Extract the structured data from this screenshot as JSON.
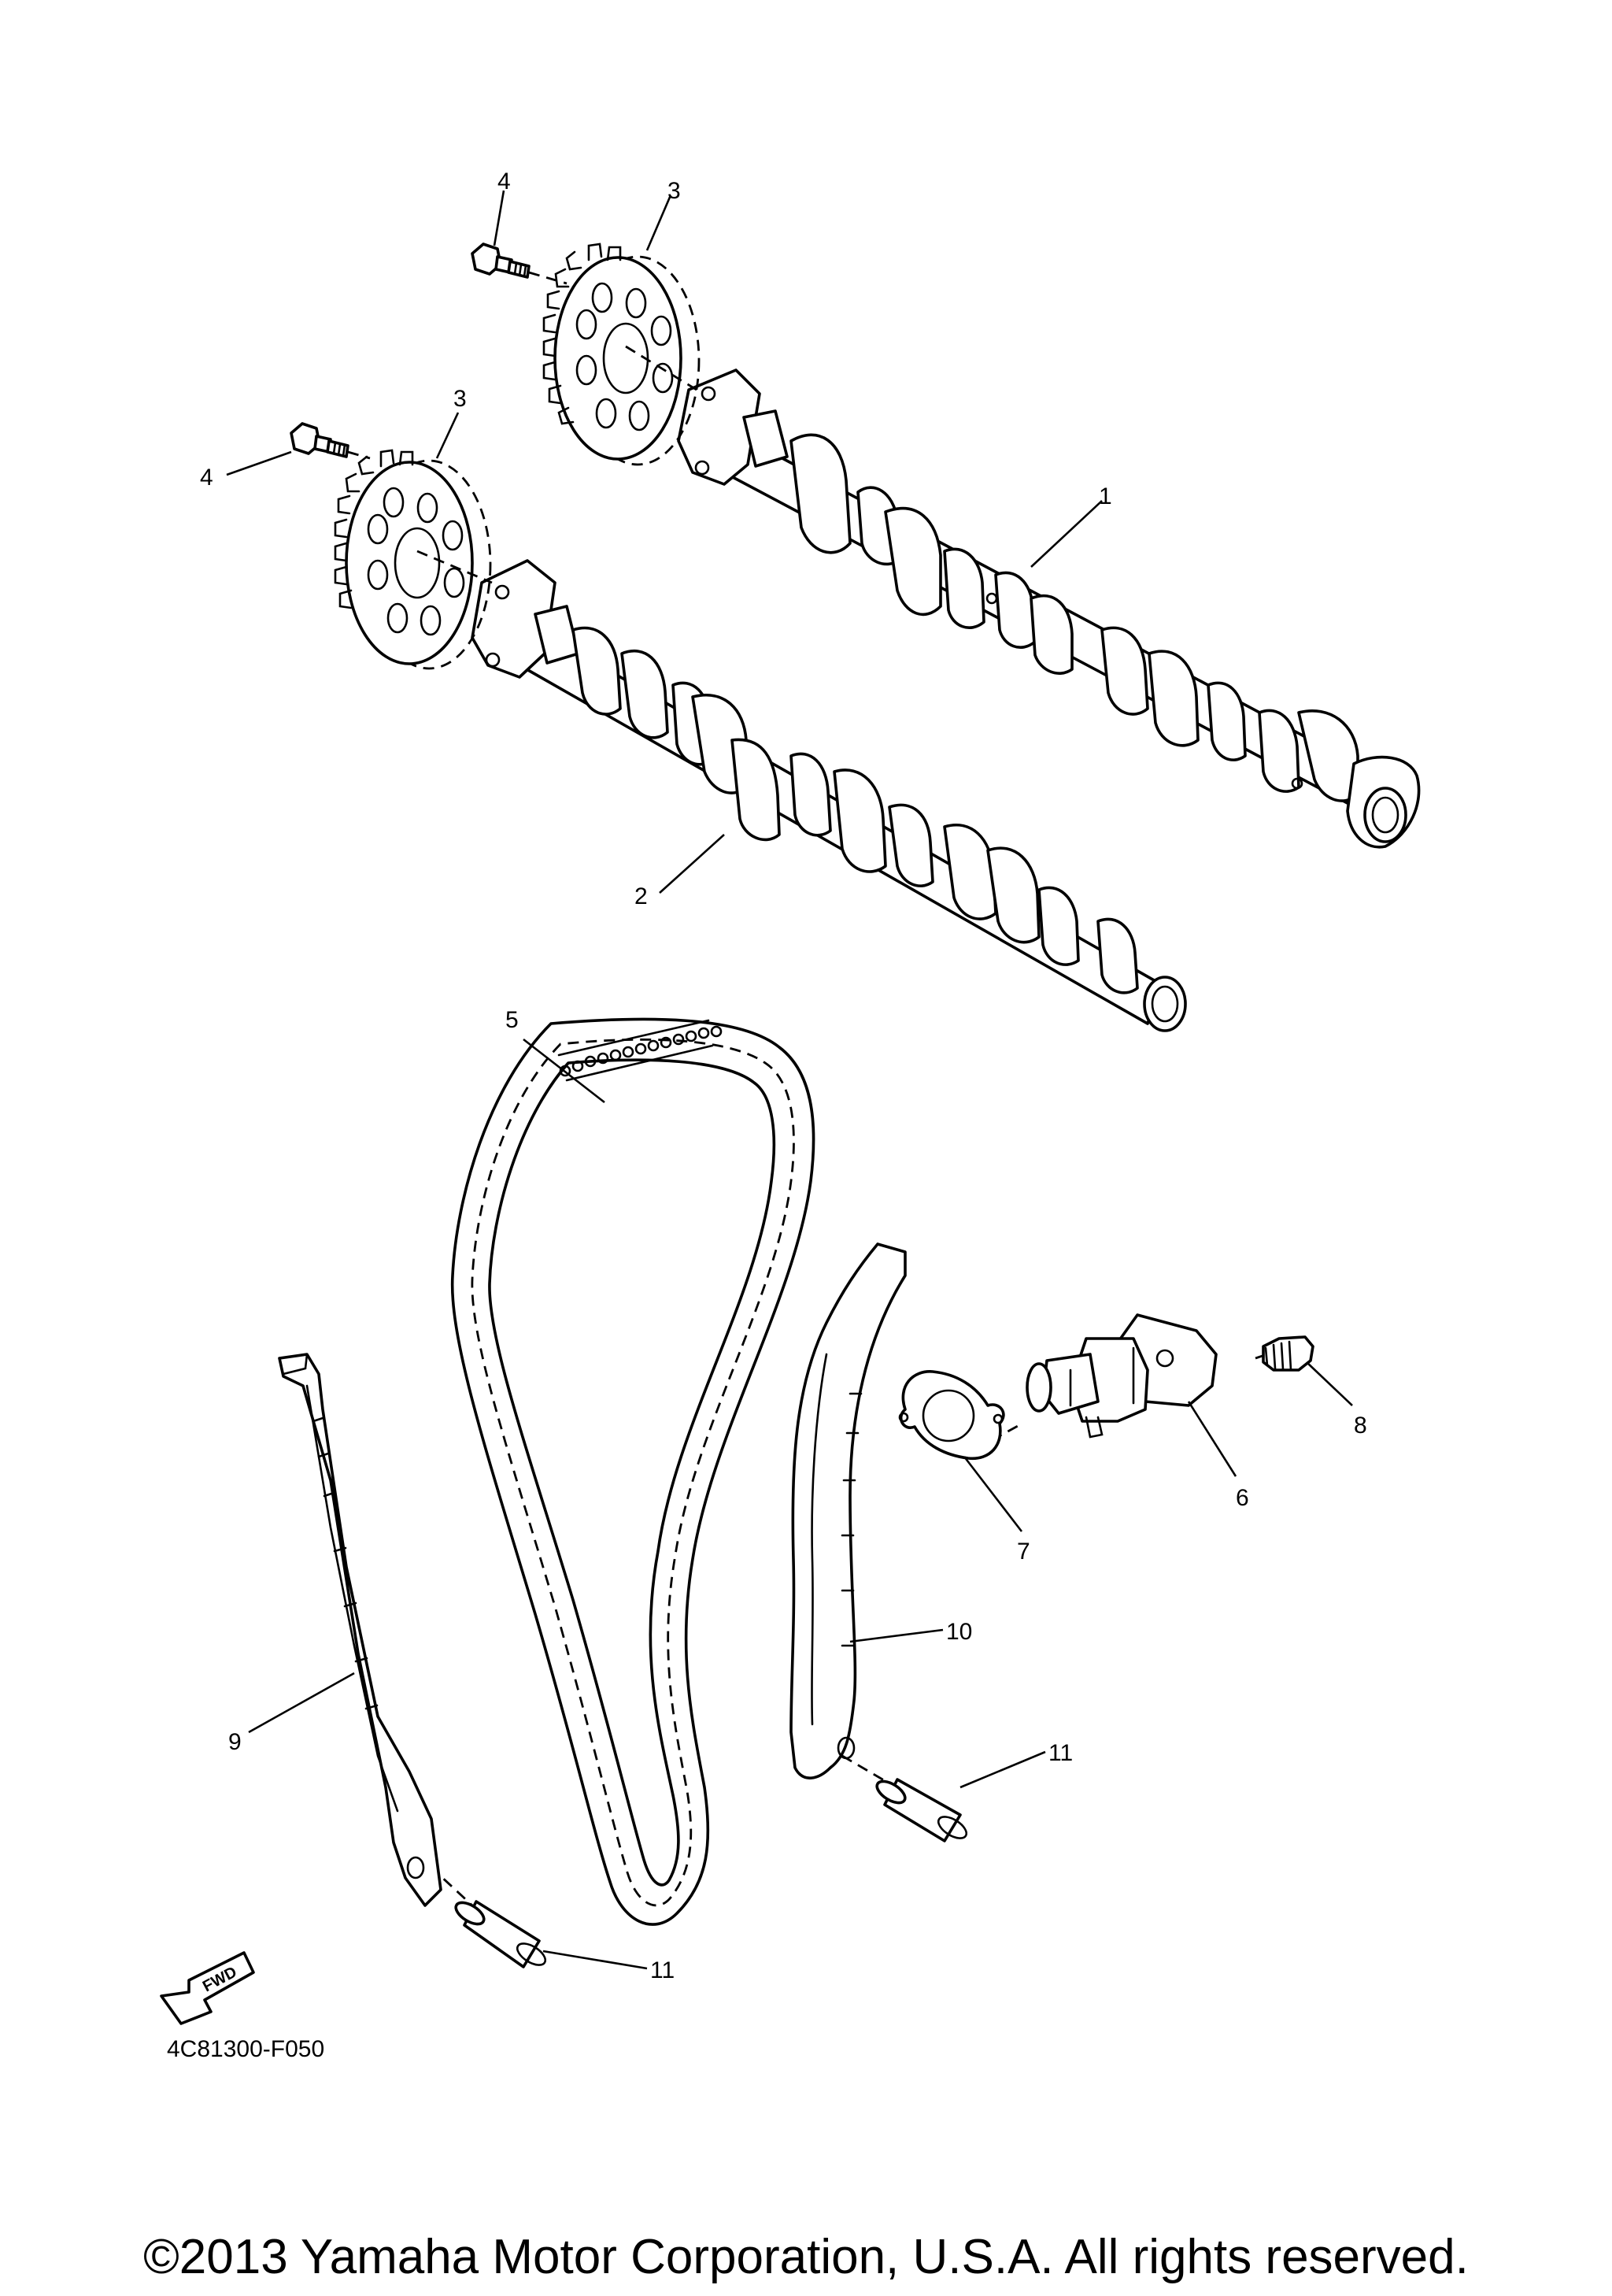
{
  "callouts": {
    "c1": "1",
    "c2": "2",
    "c3a": "3",
    "c3b": "3",
    "c4a": "4",
    "c4b": "4",
    "c5": "5",
    "c6": "6",
    "c7": "7",
    "c8": "8",
    "c9": "9",
    "c10": "10",
    "c11a": "11",
    "c11b": "11"
  },
  "fwd_label": "FWD",
  "diagram_code": "4C81300-F050",
  "copyright": "©2013 Yamaha Motor Corporation, U.S.A. All rights reserved."
}
